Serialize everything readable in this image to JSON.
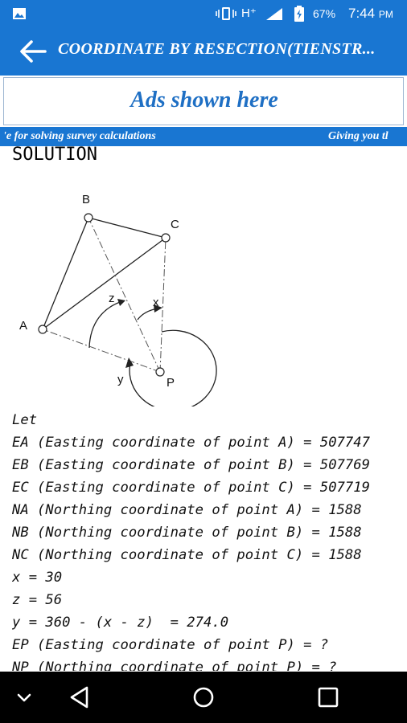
{
  "status_bar": {
    "network": "H⁺",
    "battery_percent": "67%",
    "time": "7:44",
    "time_suffix": "PM"
  },
  "app_bar": {
    "title": "COORDINATE BY RESECTION(TIENSTR..."
  },
  "ad_banner": {
    "text": "Ads shown here"
  },
  "ticker": {
    "left_text": "'e for solving survey calculations",
    "right_text": "Giving you tl"
  },
  "solution": {
    "heading": "SOLUTION",
    "diagram_labels": {
      "a": "A",
      "b": "B",
      "c": "C",
      "p": "P",
      "x": "x",
      "y": "y",
      "z": "z"
    },
    "lines": [
      "Let",
      "EA (Easting coordinate of point A) = 507747",
      "EB (Easting coordinate of point B) = 507769",
      "EC (Easting coordinate of point C) = 507719",
      "NA (Northing coordinate of point A) = 1588",
      "NB (Northing coordinate of point B) = 1588",
      "NC (Northing coordinate of point C) = 1588",
      "x = 30",
      "z = 56",
      "y = 360 - (x - z)  = 274.0",
      "EP (Easting coordinate of point P) = ?",
      "NP (Northing coordinate of point P) = ?"
    ]
  },
  "nav_bar": {
    "items": [
      "chevron-down",
      "back-triangle",
      "home-circle",
      "recents-square"
    ]
  },
  "colors": {
    "primary": "#1976d2",
    "ad_text": "#1e6fc4",
    "navbar": "#000000"
  }
}
